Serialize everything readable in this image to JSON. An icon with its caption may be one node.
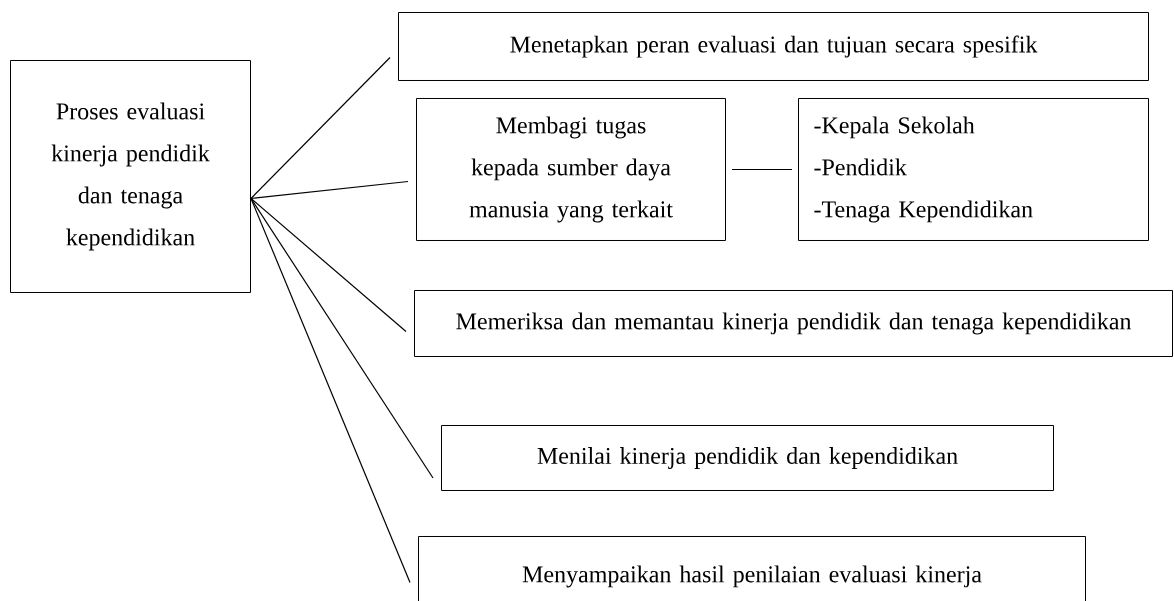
{
  "diagram": {
    "nodes": [
      {
        "text": [
          "Proses evaluasi kinerja pendidik dan tenaga kependidikan"
        ]
      },
      {
        "text": [
          "Menetapkan peran evaluasi dan tujuan secara spesifik"
        ]
      },
      {
        "text": [
          "Membagi tugas kepada sumber daya manusia yang terkait"
        ]
      },
      {
        "text": [
          "-Kepala Sekolah",
          "-Pendidik",
          "-Tenaga Kependidikan"
        ]
      },
      {
        "text": [
          "Memeriksa dan memantau kinerja pendidik dan tenaga kependidikan"
        ]
      },
      {
        "text": [
          "Menilai kinerja pendidik dan kependidikan"
        ]
      },
      {
        "text": [
          "Menyampaikan hasil penilaian evaluasi kinerja"
        ]
      }
    ],
    "edges": [
      {
        "from": 0,
        "to": 1,
        "arrow": "none"
      },
      {
        "from": 0,
        "to": 2,
        "arrow": "none"
      },
      {
        "from": 2,
        "to": 3,
        "arrow": "none"
      },
      {
        "from": 0,
        "to": 4,
        "arrow": "none"
      },
      {
        "from": 0,
        "to": 5,
        "arrow": "none"
      },
      {
        "from": 0,
        "to": 6,
        "arrow": "none"
      }
    ]
  }
}
